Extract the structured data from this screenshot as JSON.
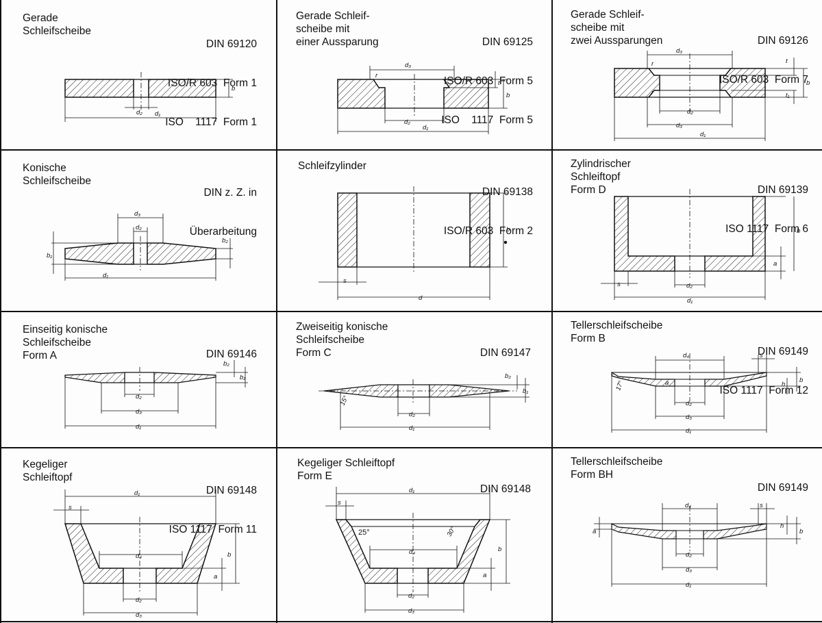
{
  "cells": [
    {
      "title": [
        "Gerade",
        "Schleifscheibe"
      ],
      "standards": [
        "DIN 69120",
        "ISO/R 603  Form 1",
        "ISO    1117  Form 1"
      ]
    },
    {
      "title": [
        "Gerade Schleif-",
        "scheibe mit",
        "einer Aussparung"
      ],
      "standards": [
        "DIN 69125",
        "ISO/R 603  Form 5",
        "ISO    1117  Form 5"
      ]
    },
    {
      "title": [
        "Gerade Schleif-",
        "scheibe mit",
        "zwei Aussparungen"
      ],
      "standards": [
        "DIN 69126",
        "ISO/R 603  Form 7"
      ]
    },
    {
      "title": [
        "Konische",
        "Schleifscheibe"
      ],
      "standards": [
        "DIN z. Z. in",
        "Überarbeitung"
      ]
    },
    {
      "title": [
        "Schleifzylinder"
      ],
      "standards": [
        "DIN 69138",
        "ISO/R 603  Form 2"
      ]
    },
    {
      "title": [
        "Zylindrischer",
        "Schleiftopf",
        "Form D"
      ],
      "standards": [
        "DIN 69139",
        "ISO 1117  Form 6"
      ]
    },
    {
      "title": [
        "Einseitig konische",
        "Schleifscheibe",
        "Form A"
      ],
      "standards": [
        "DIN 69146"
      ]
    },
    {
      "title": [
        "Zweiseitig konische",
        "Schleifscheibe",
        "Form C"
      ],
      "standards": [
        "DIN 69147"
      ]
    },
    {
      "title": [
        "Tellerschleifscheibe",
        "Form B"
      ],
      "standards": [
        "DIN 69149",
        "ISO 1117  Form 12"
      ]
    },
    {
      "title": [
        "Kegeliger",
        "Schleiftopf"
      ],
      "standards": [
        "DIN 69148",
        "ISO 1117  Form 11"
      ]
    },
    {
      "title": [
        "Kegeliger Schleiftopf",
        "Form E"
      ],
      "standards": [
        "DIN 69148"
      ]
    },
    {
      "title": [
        "Tellerschleifscheibe",
        "Form BH"
      ],
      "standards": [
        "DIN 69149"
      ]
    }
  ],
  "dim": {
    "d": "d",
    "d1": "d₁",
    "d2": "d₂",
    "d3": "d₃",
    "d4": "d₄",
    "b": "b",
    "b1": "b₁",
    "b2": "b₂",
    "t": "t",
    "t1": "t₁",
    "r": "r",
    "s": "s",
    "a": "a",
    "h": "h",
    "a25": "25°",
    "a15": "15°",
    "a17": "17°",
    "a30": "30°"
  }
}
